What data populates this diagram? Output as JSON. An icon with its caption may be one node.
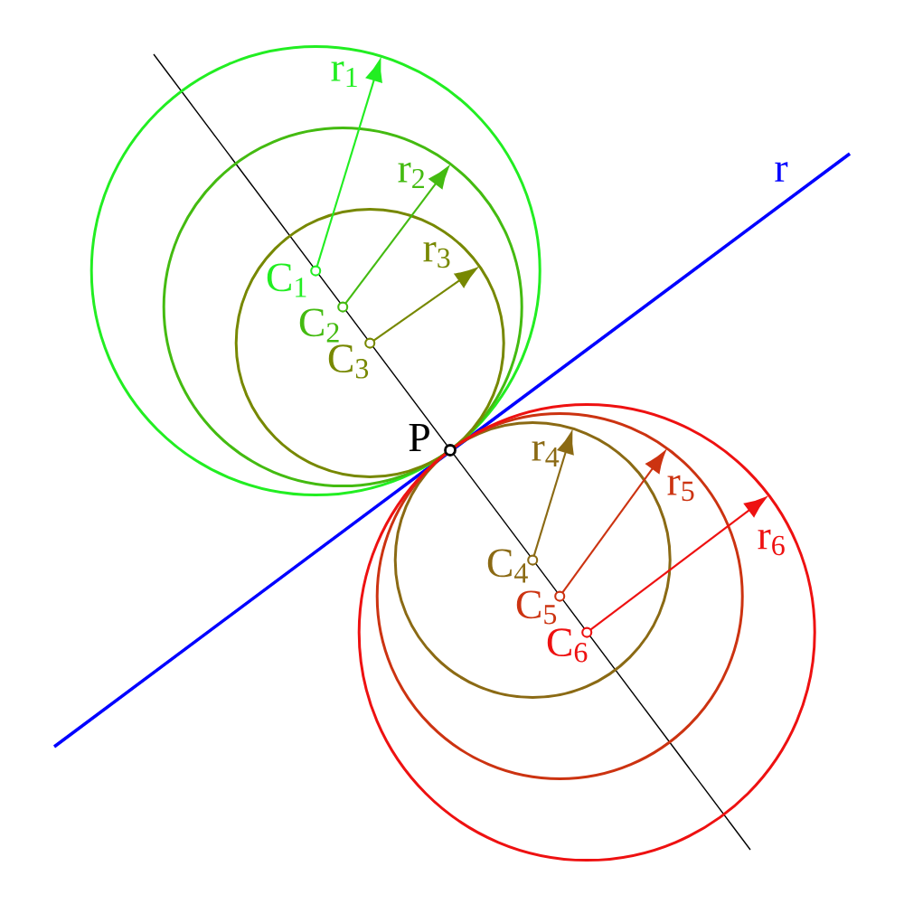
{
  "diagram": {
    "labels": [
      "r$_{1}$",
      "r",
      "r$_{2}$",
      "r$_{3}$",
      "C$_{1}$",
      "C$_{2}$",
      "C$_{3}$",
      "P",
      "r$_{4}$",
      "r$_{5}$",
      "r$_{6}$",
      "C$_{4}$",
      "C$_{5}$",
      "C$_{6}$"
    ]
  }
}
